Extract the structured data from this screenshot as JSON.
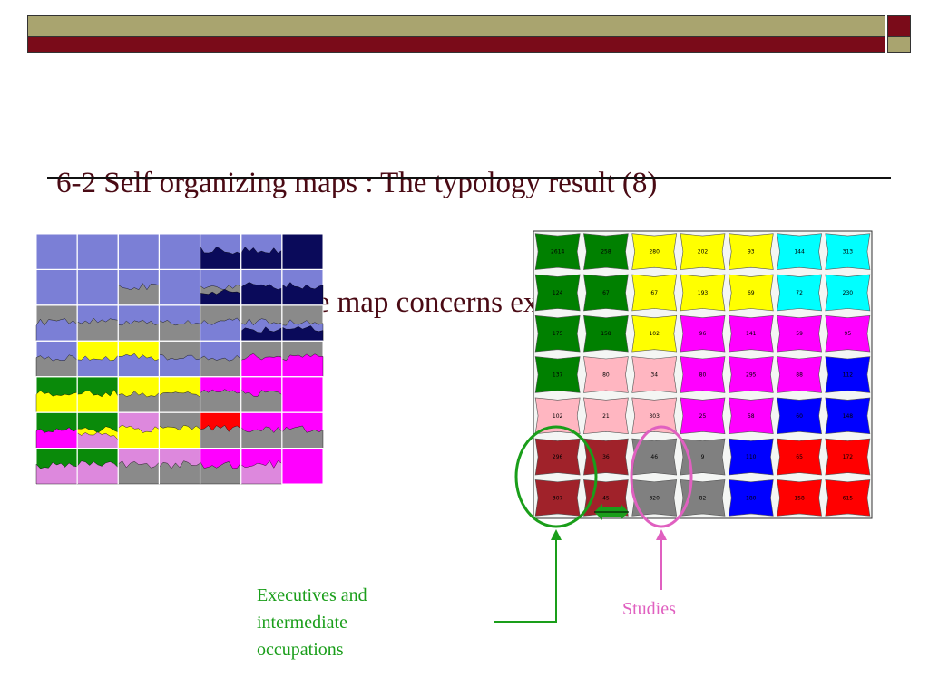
{
  "slide": {
    "title_line1": "6-2 Self organizing maps : The typology result (8)",
    "title_line2": " The South West of the map concerns executives"
  },
  "annotations": {
    "executives_lines": [
      "Executives and",
      "intermediate",
      "occupations"
    ],
    "studies": "Studies"
  },
  "colors": {
    "olive": "#a9a46f",
    "maroon": "#7a0b19",
    "green": "#1a9e1a",
    "pink": "#e060c0",
    "title": "#4a0a14"
  },
  "som_map": {
    "rows": 7,
    "cols": 7,
    "cells": [
      [
        {
          "v": "2614",
          "c": "#008000"
        },
        {
          "v": "258",
          "c": "#008000"
        },
        {
          "v": "280",
          "c": "#ffff00"
        },
        {
          "v": "202",
          "c": "#ffff00"
        },
        {
          "v": "93",
          "c": "#ffff00"
        },
        {
          "v": "144",
          "c": "#00ffff"
        },
        {
          "v": "313",
          "c": "#00ffff"
        }
      ],
      [
        {
          "v": "124",
          "c": "#008000"
        },
        {
          "v": "67",
          "c": "#008000"
        },
        {
          "v": "67",
          "c": "#ffff00"
        },
        {
          "v": "193",
          "c": "#ffff00"
        },
        {
          "v": "69",
          "c": "#ffff00"
        },
        {
          "v": "72",
          "c": "#00ffff"
        },
        {
          "v": "230",
          "c": "#00ffff"
        }
      ],
      [
        {
          "v": "175",
          "c": "#008000"
        },
        {
          "v": "158",
          "c": "#008000"
        },
        {
          "v": "102",
          "c": "#ffff00"
        },
        {
          "v": "96",
          "c": "#ff00ff"
        },
        {
          "v": "141",
          "c": "#ff00ff"
        },
        {
          "v": "59",
          "c": "#ff00ff"
        },
        {
          "v": "95",
          "c": "#ff00ff"
        }
      ],
      [
        {
          "v": "137",
          "c": "#008000"
        },
        {
          "v": "80",
          "c": "#ffb6c1"
        },
        {
          "v": "34",
          "c": "#ffb6c1"
        },
        {
          "v": "80",
          "c": "#ff00ff"
        },
        {
          "v": "295",
          "c": "#ff00ff"
        },
        {
          "v": "88",
          "c": "#ff00ff"
        },
        {
          "v": "112",
          "c": "#0000ff"
        }
      ],
      [
        {
          "v": "102",
          "c": "#ffb6c1"
        },
        {
          "v": "21",
          "c": "#ffb6c1"
        },
        {
          "v": "303",
          "c": "#ffb6c1"
        },
        {
          "v": "25",
          "c": "#ff00ff"
        },
        {
          "v": "58",
          "c": "#ff00ff"
        },
        {
          "v": "60",
          "c": "#0000ff"
        },
        {
          "v": "148",
          "c": "#0000ff"
        }
      ],
      [
        {
          "v": "296",
          "c": "#a0222a"
        },
        {
          "v": "36",
          "c": "#a0222a"
        },
        {
          "v": "46",
          "c": "#808080"
        },
        {
          "v": "9",
          "c": "#808080"
        },
        {
          "v": "110",
          "c": "#0000ff"
        },
        {
          "v": "65",
          "c": "#ff0000"
        },
        {
          "v": "172",
          "c": "#ff0000"
        }
      ],
      [
        {
          "v": "307",
          "c": "#a0222a"
        },
        {
          "v": "45",
          "c": "#a0222a"
        },
        {
          "v": "320",
          "c": "#808080"
        },
        {
          "v": "82",
          "c": "#808080"
        },
        {
          "v": "180",
          "c": "#0000ff"
        },
        {
          "v": "158",
          "c": "#ff0000"
        },
        {
          "v": "615",
          "c": "#ff0000"
        }
      ]
    ]
  },
  "profile_grid": {
    "rows": 7,
    "cols": 7,
    "cells": [
      [
        "s",
        "s",
        "s",
        "s",
        "sn",
        "sn",
        "n"
      ],
      [
        "s",
        "s",
        "sg",
        "s",
        "sgn",
        "sn",
        "sn"
      ],
      [
        "gs",
        "sg",
        "sg",
        "sg",
        "gs",
        "gsn",
        "gsn"
      ],
      [
        "sg",
        "ys",
        "ys",
        "gs",
        "sg",
        "gm",
        "gm"
      ],
      [
        "gy",
        "gy",
        "yg",
        "yg",
        "mg",
        "mg",
        "m"
      ],
      [
        "gm",
        "gyp",
        "py",
        "gy",
        "rg",
        "mg",
        "mg"
      ],
      [
        "gp",
        "gp",
        "pg",
        "pg",
        "mg",
        "mp",
        "m"
      ]
    ]
  }
}
